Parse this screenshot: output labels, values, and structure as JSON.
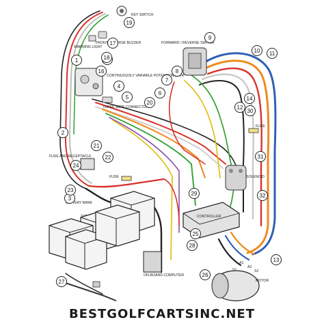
{
  "diagram": {
    "title": "",
    "footer_text": "BESTGOLFCARTSINC.NET",
    "colors": {
      "red": "#d8322b",
      "white": "#ececec",
      "blue": "#2f5fb4",
      "orange": "#ef8a1e",
      "green": "#3aa43a",
      "yellow": "#e0c21e",
      "black": "#222222",
      "purple": "#8a4fb0",
      "gray": "#8a8a8a"
    },
    "callouts": [
      {
        "n": "1"
      },
      {
        "n": "2"
      },
      {
        "n": "3"
      },
      {
        "n": "4"
      },
      {
        "n": "5"
      },
      {
        "n": "6"
      },
      {
        "n": "7"
      },
      {
        "n": "8"
      },
      {
        "n": "9"
      },
      {
        "n": "10"
      },
      {
        "n": "11"
      },
      {
        "n": "12"
      },
      {
        "n": "13"
      },
      {
        "n": "14"
      },
      {
        "n": "15"
      },
      {
        "n": "16"
      },
      {
        "n": "17"
      },
      {
        "n": "18"
      },
      {
        "n": "19"
      },
      {
        "n": "20"
      },
      {
        "n": "21"
      },
      {
        "n": "22"
      },
      {
        "n": "23"
      },
      {
        "n": "24"
      },
      {
        "n": "25"
      },
      {
        "n": "26"
      },
      {
        "n": "27"
      },
      {
        "n": "28"
      },
      {
        "n": "29"
      },
      {
        "n": "30"
      },
      {
        "n": "31"
      },
      {
        "n": "32"
      }
    ],
    "component_labels": {
      "key_switch": "KEY SWITCH",
      "warning_light": "WARNING LIGHT",
      "reverse_buzzer": "FRONT REVERSE BUZZER",
      "potentiometer": "CONTINUOUSLY VARIABLE POTENTIOMETER",
      "three_wire": "THREE WIRE CONNECTOR",
      "forward_reverse": "FORWARD / REVERSE SWITCH",
      "fuse_receptacle": "FUSE AND RECEPTACLE",
      "fuse": "FUSE",
      "fuse2": "FUSE",
      "solenoid": "SOLENOID",
      "battery_bank": "BATTERY BANK",
      "typical": "TYPICAL 5 PLACES",
      "controller": "CONTROLLER",
      "on_board_computer": "ON-BOARD COMPUTER",
      "motor": "MOTOR",
      "a1": "A1",
      "a2": "A2",
      "s1": "S1",
      "s2": "S2"
    }
  }
}
